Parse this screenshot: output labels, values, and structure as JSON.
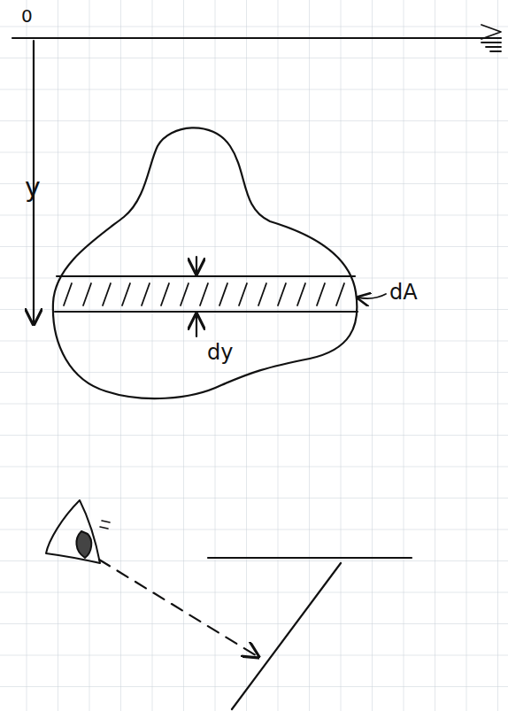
{
  "diagram": {
    "labels": [
      "0",
      "y",
      "dA",
      "dy"
    ]
  }
}
